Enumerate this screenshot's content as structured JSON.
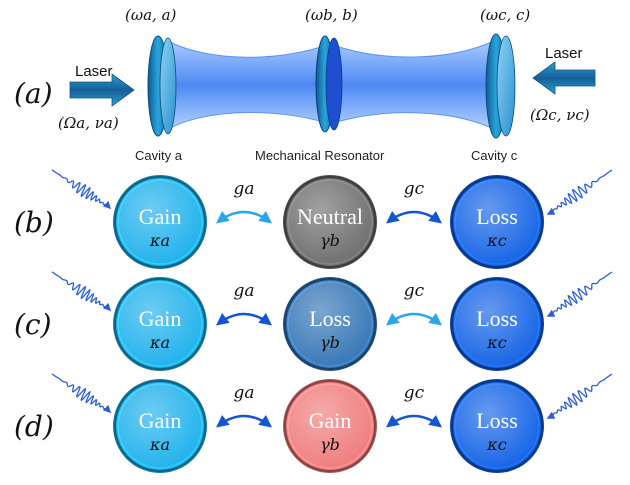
{
  "top": {
    "panel_label": "(a)",
    "mirror_a_label": "(ωa, a)",
    "mirror_b_label": "(ωb, b)",
    "mirror_c_label": "(ωc, c)",
    "laser_left": "Laser",
    "laser_right": "Laser",
    "drive_left": "(Ωa, νa)",
    "drive_right": "(Ωc, νc)",
    "caption_a": "Cavity a",
    "caption_b": "Mechanical Resonator",
    "caption_c": "Cavity c"
  },
  "rows": [
    {
      "label": "(b)",
      "coupling_a": "ga",
      "coupling_c": "gc",
      "circles": [
        {
          "word": "Gain",
          "symbol": "κa",
          "color": "#1fb1ec"
        },
        {
          "word": "Neutral",
          "symbol": "γb",
          "color": "#6e6e6e"
        },
        {
          "word": "Loss",
          "symbol": "κc",
          "color": "#1463e6"
        }
      ]
    },
    {
      "label": "(c)",
      "coupling_a": "ga",
      "coupling_c": "gc",
      "circles": [
        {
          "word": "Gain",
          "symbol": "κa",
          "color": "#1fb1ec"
        },
        {
          "word": "Loss",
          "symbol": "γb",
          "color": "#3576b6"
        },
        {
          "word": "Loss",
          "symbol": "κc",
          "color": "#1463e6"
        }
      ]
    },
    {
      "label": "(d)",
      "coupling_a": "ga",
      "coupling_c": "gc",
      "circles": [
        {
          "word": "Gain",
          "symbol": "κa",
          "color": "#1fb1ec"
        },
        {
          "word": "Gain",
          "symbol": "γb",
          "color": "#f07c7c"
        },
        {
          "word": "Loss",
          "symbol": "κc",
          "color": "#1463e6"
        }
      ]
    }
  ],
  "colors": {
    "beam": "#2f74f0",
    "arrow_dark": "#1455d2",
    "arrow_light": "#2aa6e8",
    "laser_arrow": "#1a7fb5"
  }
}
